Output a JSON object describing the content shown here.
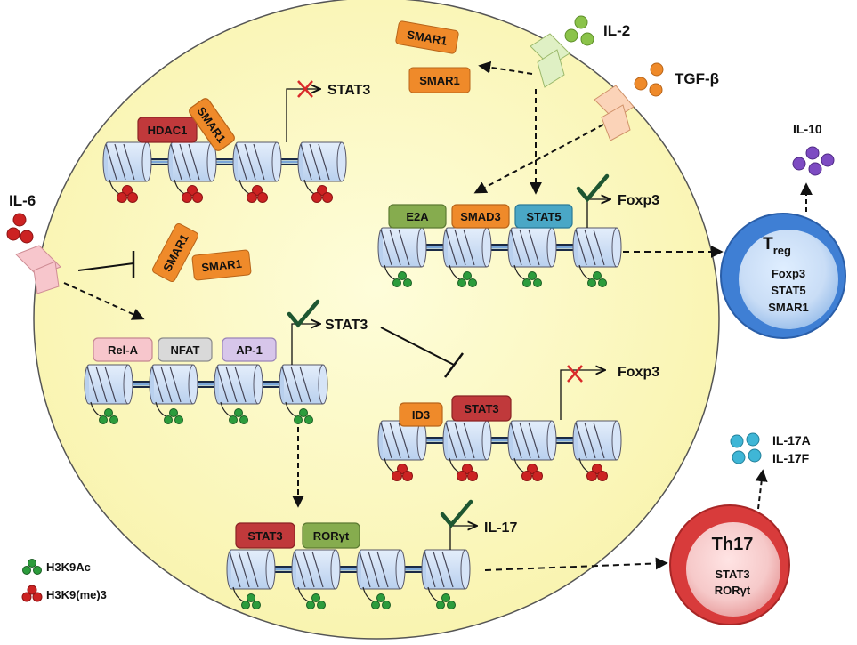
{
  "external": {
    "il2": "IL-2",
    "tgfb": "TGF-β",
    "il6": "IL-6",
    "il10": "IL-10",
    "il17a": "IL-17A",
    "il17f": "IL-17F"
  },
  "panel1": {
    "hdac": "HDAC1",
    "smar_on_dna": "SMAR1",
    "target": "STAT3"
  },
  "smar_free_top": [
    "SMAR1",
    "SMAR1"
  ],
  "smar_free_mid": [
    "SMAR1",
    "SMAR1"
  ],
  "panel2": {
    "e2a": "E2A",
    "smad3": "SMAD3",
    "stat5": "STAT5",
    "target": "Foxp3"
  },
  "panel3": {
    "rela": "Rel-A",
    "nfat": "NFAT",
    "ap1": "AP-1",
    "target": "STAT3"
  },
  "panel4": {
    "id3": "ID3",
    "stat3": "STAT3",
    "target": "Foxp3"
  },
  "panel5": {
    "stat3": "STAT3",
    "ror": "RORγt",
    "target": "IL-17"
  },
  "treg": {
    "title": "T",
    "sub": "reg",
    "lines": [
      "Foxp3",
      "STAT5",
      "SMAR1"
    ]
  },
  "th17": {
    "title": "Th17",
    "lines": [
      "STAT3",
      "RORγt"
    ]
  },
  "legend": {
    "green": "H3K9Ac",
    "red": "H3K9(me)3"
  },
  "colors": {
    "cell": "#fdfbc4",
    "orange": "#ef8a2a",
    "red_box": "#c0393b",
    "green_box": "#86ac4e",
    "blue_box": "#4aa7c6",
    "pink_box": "#f7c6cc",
    "grey_box": "#d9d9d9",
    "lilac_box": "#d7c6ea",
    "nucleosome": "#cddff5",
    "green_mark": "#2c9c3c",
    "red_mark": "#cc2222"
  }
}
